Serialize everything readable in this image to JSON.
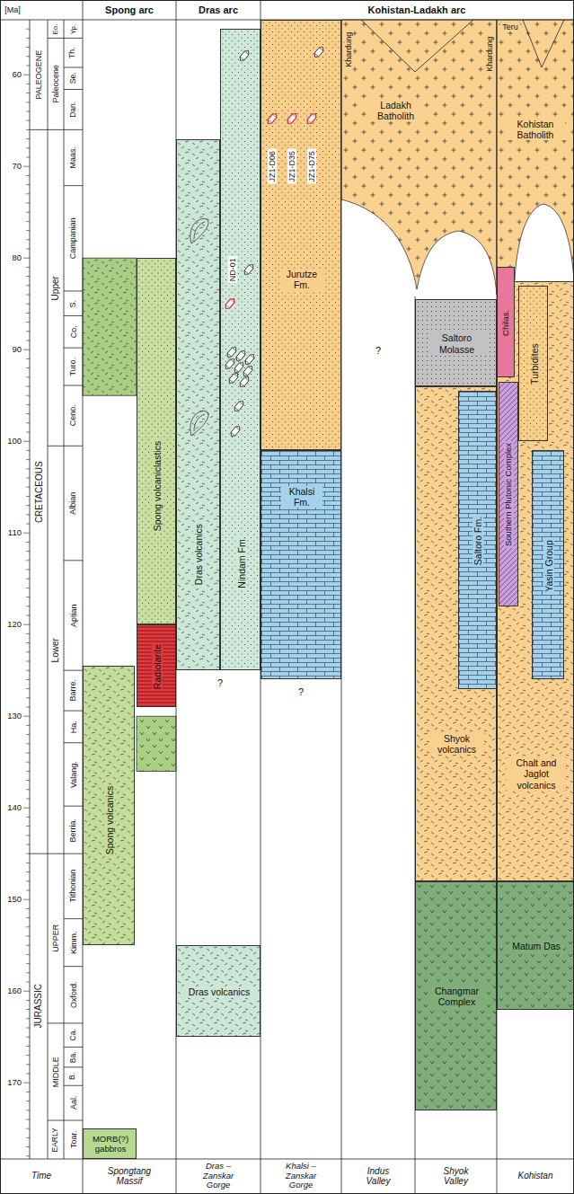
{
  "diagram": {
    "nodes": [
      {
        "text": [
          "Spong volcaniclastics"
        ]
      },
      {
        "text": [
          "Radiolarite"
        ]
      },
      {
        "text": [
          "Spong volcanics"
        ]
      },
      {
        "text": [
          "MORB(?) gabbros"
        ]
      },
      {
        "text": [
          "Dras volcanics"
        ]
      },
      {
        "text": [
          "Nindam Fm."
        ]
      },
      {
        "text": [
          "Dras volcanics"
        ]
      },
      {
        "text": [
          "Jurutze Fm."
        ]
      },
      {
        "text": [
          "Khalsi Fm."
        ]
      },
      {
        "text": [
          "Ladakh Batholith"
        ]
      },
      {
        "text": [
          "Saltoro Molasse"
        ]
      },
      {
        "text": [
          "Shyok volcanics"
        ]
      },
      {
        "text": [
          "Saltoro Fm."
        ]
      },
      {
        "text": [
          "Changmar Complex"
        ]
      },
      {
        "text": [
          "Kohistan Batholith"
        ]
      },
      {
        "text": [
          "Chalt and Jaglot volcanics"
        ]
      },
      {
        "text": [
          "Chilas."
        ]
      },
      {
        "text": [
          "Turbidites"
        ]
      },
      {
        "text": [
          "Southern Plutonic Complex"
        ]
      },
      {
        "text": [
          "Yasin Group"
        ]
      },
      {
        "text": [
          "Matum Das"
        ]
      }
    ],
    "labels": [
      "[Ma]",
      "Spong arc",
      "Dras arc",
      "Kohistan-Ladakh arc",
      "PALEOGENE",
      "Eo.",
      "Paleocene",
      "Yp.",
      "Th.",
      "Se.",
      "Dan.",
      "CRETACEOUS",
      "Upper",
      "Lower",
      "Maas.",
      "Campanian",
      "S.",
      "Co.",
      "Turo.",
      "Ceno.",
      "Albian",
      "Aptian",
      "Barre.",
      "Ha.",
      "Valang.",
      "Berria.",
      "JURASSIC",
      "UPPER",
      "MIDDLE",
      "EARLY",
      "Tithonian",
      "Kimm.",
      "Oxford.",
      "Ca.",
      "Ba.",
      "B.",
      "Aal.",
      "Toar.",
      "60",
      "70",
      "80",
      "90",
      "100",
      "110",
      "120",
      "130",
      "140",
      "150",
      "160",
      "170",
      "ND-01",
      "?",
      "JZ1-D06",
      "JZ1-D35",
      "JZ1-D75",
      "?",
      "Khardung",
      "Khardung",
      "?",
      "Teru",
      "Time",
      "Spongtang Massif",
      "Dras – Zanskar Gorge",
      "Khalsi –Zanskar Gorge",
      "Indus Valley",
      "Shyok Valley",
      "Kohistan"
    ]
  }
}
